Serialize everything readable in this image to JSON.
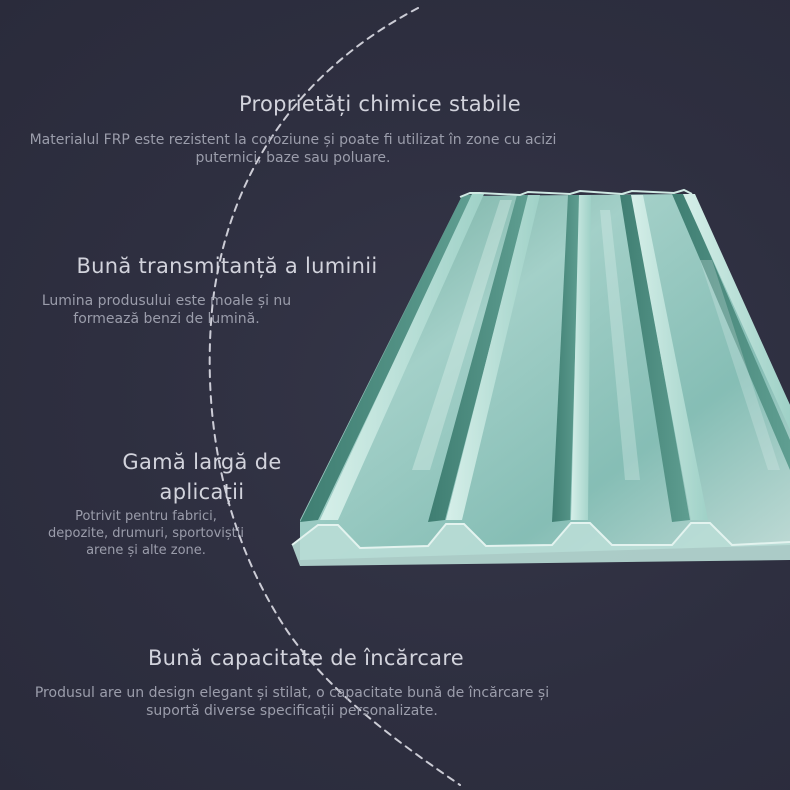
{
  "features": [
    {
      "title": "Proprietăți chimice stabile",
      "lines": [
        "Materialul FRP este rezistent la coroziune și poate fi utilizat în zone cu acizi",
        "puternici, baze sau poluare."
      ]
    },
    {
      "title": "Bună transmitanță a luminii",
      "lines": [
        "Lumina produsului este moale și nu",
        "formează benzi de lumină."
      ]
    },
    {
      "title_lines": [
        "Gamă largă de",
        "aplicații"
      ],
      "lines": [
        "Potrivit pentru fabrici,",
        "depozite, drumuri, sportoviștii",
        "arene și alte zone."
      ]
    },
    {
      "title": "Bună capacitate de încărcare",
      "lines": [
        "Produsul are un design elegant și stilat, o capacitate bună de încărcare și",
        "suportă diverse specificații personalizate."
      ]
    }
  ],
  "colors": {
    "background": "#2f3042",
    "heading": "#d2d3dc",
    "text": "#9b9dab",
    "sheet": "#8fc9c0"
  }
}
